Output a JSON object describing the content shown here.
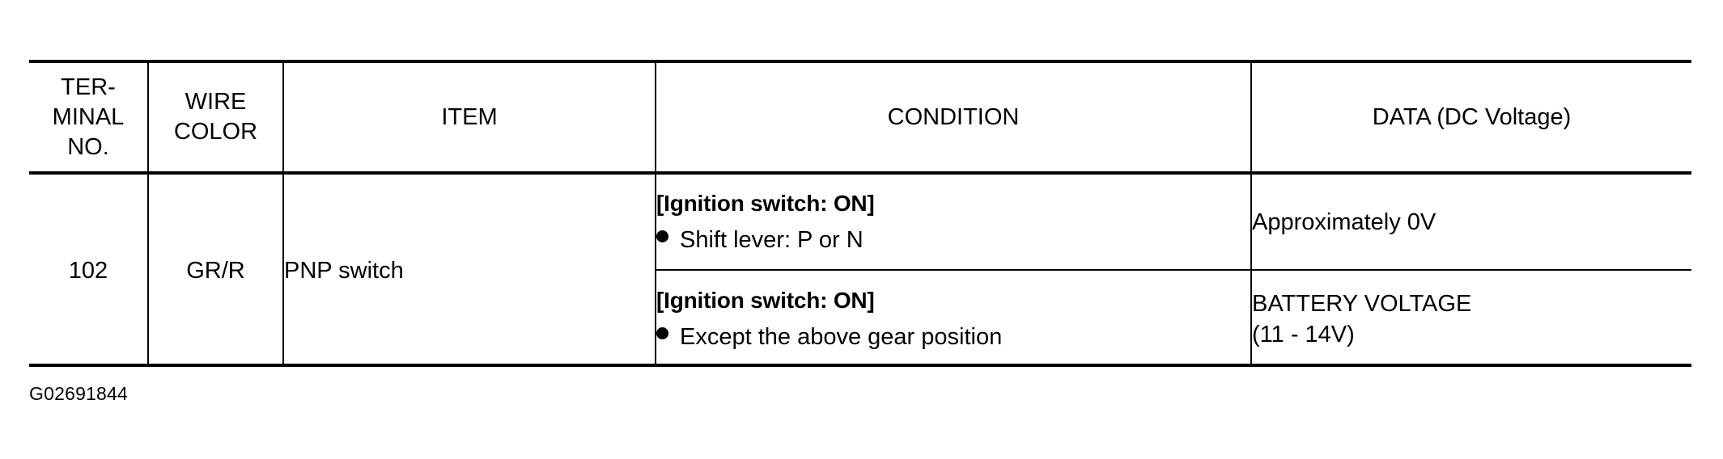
{
  "table": {
    "headers": [
      "TER-\nMINAL\nNO.",
      "WIRE\nCOLOR",
      "ITEM",
      "CONDITION",
      "DATA (DC Voltage)"
    ],
    "header_terminal_line1": "TER-",
    "header_terminal_line2": "MINAL",
    "header_terminal_line3": "NO.",
    "header_wire_line1": "WIRE",
    "header_wire_line2": "COLOR",
    "header_item": "ITEM",
    "header_condition": "CONDITION",
    "header_data": "DATA (DC Voltage)",
    "rows": [
      {
        "terminal_no": "102",
        "wire_color": "GR/R",
        "item": "PNP switch",
        "sub_rows": [
          {
            "condition_title": "[Ignition switch: ON]",
            "condition_bullet": "Shift lever: P or N",
            "data_line1": "Approximately 0V",
            "data_line2": ""
          },
          {
            "condition_title": "[Ignition switch: ON]",
            "condition_bullet": "Except the above gear position",
            "data_line1": "BATTERY VOLTAGE",
            "data_line2": "(11 - 14V)"
          }
        ]
      }
    ]
  },
  "caption": "G02691844",
  "colors": {
    "ink": "#000000",
    "paper": "#ffffff"
  }
}
